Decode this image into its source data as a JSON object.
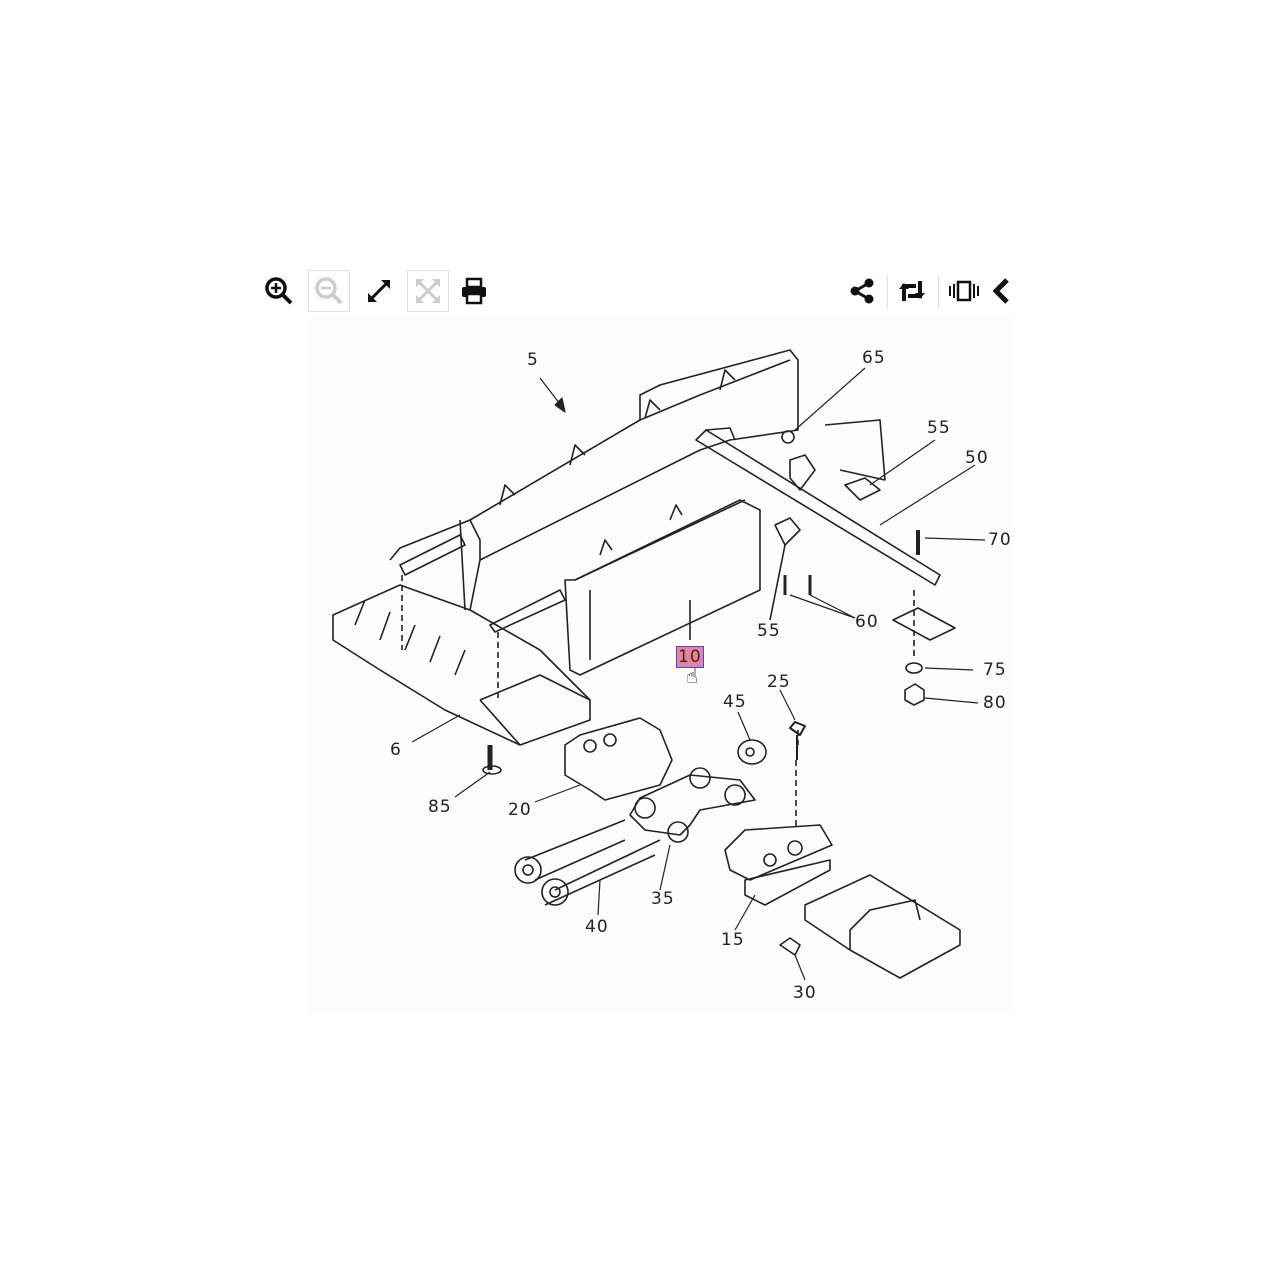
{
  "toolbar": {
    "left": [
      {
        "name": "zoom-in",
        "icon": "zoom-in-icon",
        "enabled": true
      },
      {
        "name": "zoom-out",
        "icon": "zoom-out-icon",
        "enabled": false
      },
      {
        "name": "fullscreen",
        "icon": "expand-icon",
        "enabled": true
      },
      {
        "name": "fit",
        "icon": "fit-icon",
        "enabled": false
      },
      {
        "name": "print",
        "icon": "print-icon",
        "enabled": true
      }
    ],
    "right": [
      {
        "name": "share",
        "icon": "share-icon"
      },
      {
        "name": "rotate",
        "icon": "rotate-icon"
      },
      {
        "name": "slideshow",
        "icon": "carousel-icon"
      },
      {
        "name": "collapse",
        "icon": "chevron-left-icon"
      }
    ]
  },
  "diagram": {
    "highlight_color": "#d98a9c",
    "callouts": [
      "5",
      "65",
      "55",
      "50",
      "70",
      "60",
      "55",
      "10",
      "75",
      "80",
      "25",
      "45",
      "6",
      "85",
      "20",
      "35",
      "40",
      "15",
      "30"
    ],
    "highlighted": "10"
  }
}
